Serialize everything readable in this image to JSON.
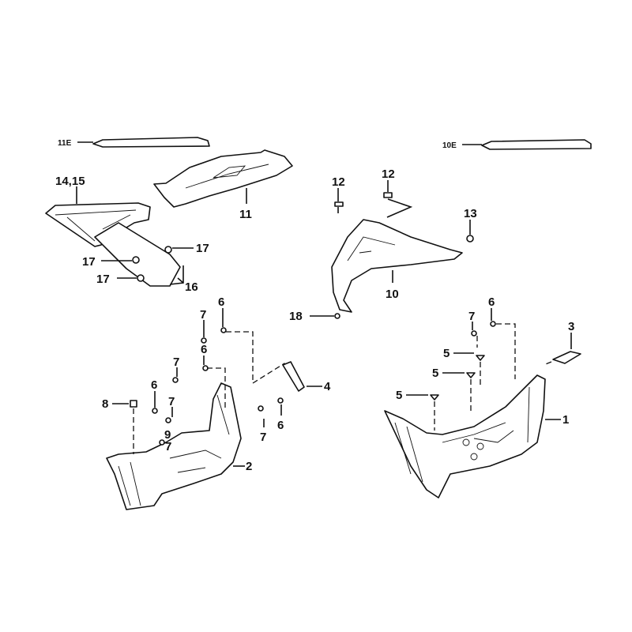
{
  "diagram": {
    "callouts": {
      "c11E": "11E",
      "c10E": "10E",
      "c1415": "14,15",
      "c11": "11",
      "c12a": "12",
      "c12b": "12",
      "c13": "13",
      "c10": "10",
      "c17a": "17",
      "c17b": "17",
      "c17c": "17",
      "c16": "16",
      "c18": "18",
      "c7a": "7",
      "c6a": "6",
      "c7b": "7",
      "c6b": "6",
      "c3": "3",
      "c7c": "7",
      "c6c": "6",
      "c5a": "5",
      "c5b": "5",
      "c5c": "5",
      "c4": "4",
      "c1": "1",
      "c8": "8",
      "c6d": "6",
      "c7d": "7",
      "c9": "9",
      "c7e": "7",
      "c7f": "7",
      "c6e": "6",
      "c2": "2"
    }
  }
}
